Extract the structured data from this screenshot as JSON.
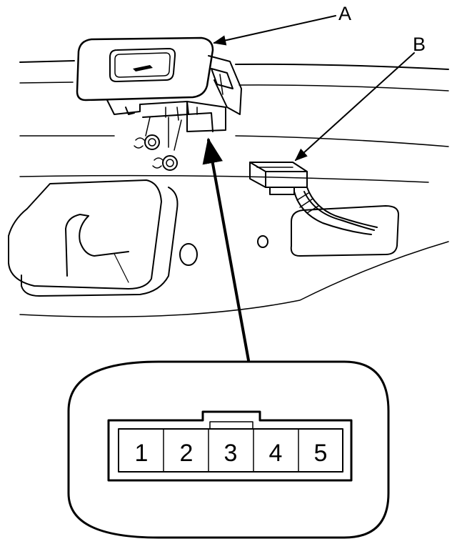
{
  "labels": {
    "a": "A",
    "b": "B"
  },
  "connector_pins": [
    "1",
    "2",
    "3",
    "4",
    "5"
  ],
  "colors": {
    "line": "#000000",
    "background": "#ffffff"
  }
}
